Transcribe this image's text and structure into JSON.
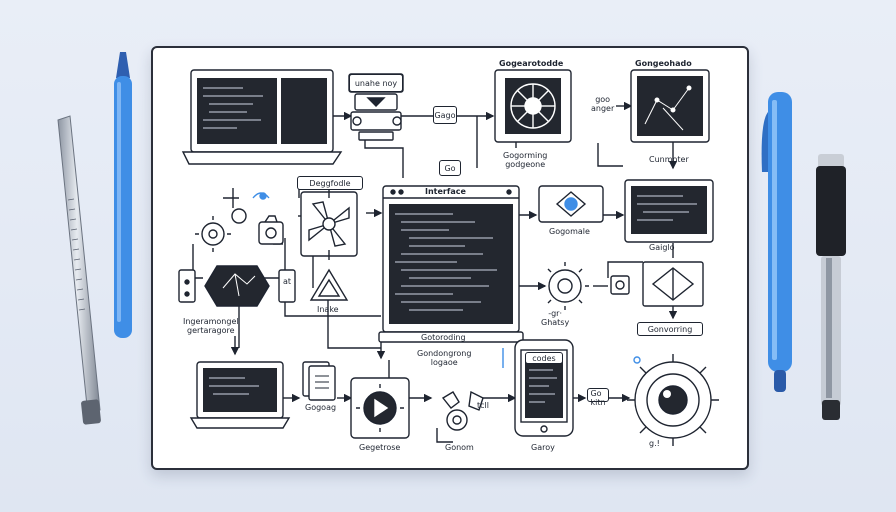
{
  "labels": {
    "top_center": "unahe noy",
    "gago_box": "Gago",
    "go_box": "Go",
    "gogearotodde": "Gogearotodde",
    "gongeohado": "Gongeohado",
    "goo_anger": "goo\nanger",
    "gogoming": "Gogorming\ngodgeone",
    "cunmoter": "Cunmoter",
    "deggfodle": "Deggfodle",
    "interface": "Interface",
    "gogomale": "Gogomale",
    "gaiglo": "Gaiglo",
    "ingeramongel": "Ingeramongel\ngertaragore",
    "inake": "Inake",
    "gotoroding": "Gotoroding",
    "gondongrong": "Gondongrong\nlogaoe",
    "ghatsy": "-gr·\nGhatsy",
    "codes": "codes",
    "gonvorring": "Gonvorring",
    "gogoag": "Gogoag",
    "gegetrose": "Gegetrose",
    "gonom": "Gonom",
    "go_kitn": "Go\nkitn",
    "garoy": "Garoy",
    "small_g": "g.!",
    "at": "at",
    "tcll": "tcll"
  },
  "colors": {
    "ink": "#1e2430",
    "screen": "#23272f",
    "accent": "#3f8ee6",
    "board": "#ffffff",
    "background": "#e3e9f3"
  }
}
